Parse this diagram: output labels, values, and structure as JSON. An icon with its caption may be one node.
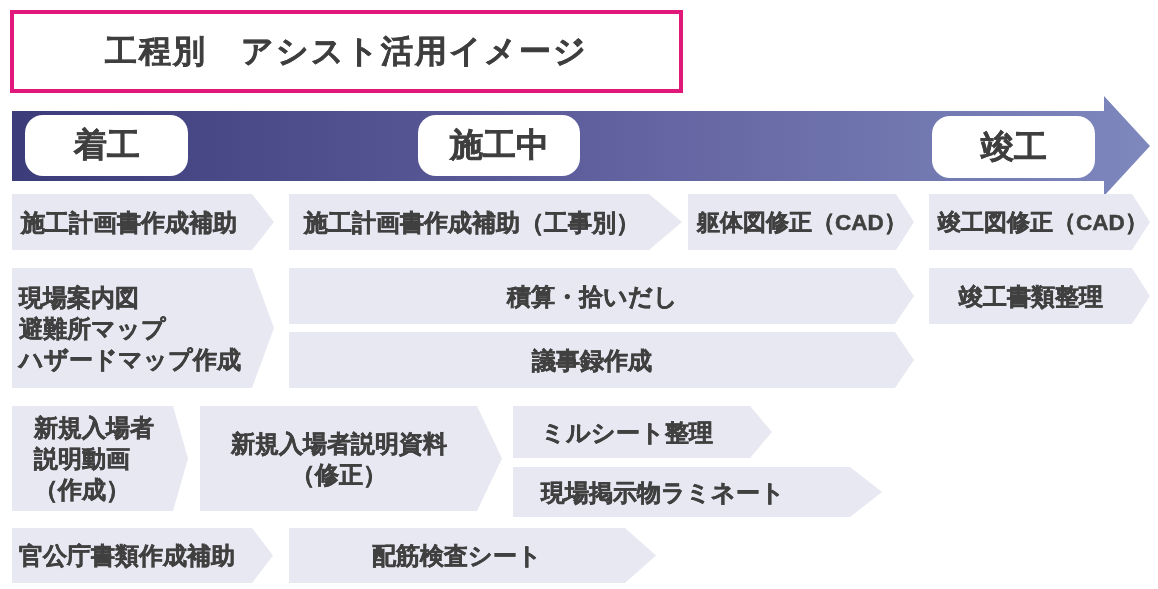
{
  "diagram": {
    "title": "工程別　アシスト活用イメージ",
    "nodes": [
      {
        "text": [],
        "shape": "arrow"
      },
      {
        "text": [
          "着工"
        ],
        "in": 0
      },
      {
        "text": [
          "施工中"
        ],
        "in": 0
      },
      {
        "text": [
          "竣工"
        ],
        "in": 0
      },
      {
        "text": [
          "施工計画書作成補助"
        ]
      },
      {
        "text": [
          "施工計画書作成補助（工事別）"
        ]
      },
      {
        "text": [
          "躯体図修正（CAD）"
        ]
      },
      {
        "text": [
          "竣工図修正（CAD）"
        ]
      },
      {
        "text": [
          "現場案内図",
          "避難所マップ",
          "ハザードマップ作成"
        ]
      },
      {
        "text": [
          "積算・拾いだし"
        ]
      },
      {
        "text": [
          "竣工書類整理"
        ]
      },
      {
        "text": [
          "議事録作成"
        ]
      },
      {
        "text": [
          "新規入場者説明動画（作成）"
        ]
      },
      {
        "text": [
          "新規入場者説明資料（修正）"
        ]
      },
      {
        "text": [
          "ミルシート整理"
        ]
      },
      {
        "text": [
          "現場掲示物ラミネート"
        ]
      },
      {
        "text": [
          "官公庁書類作成補助"
        ]
      },
      {
        "text": [
          "配筋検査シート"
        ]
      }
    ]
  }
}
